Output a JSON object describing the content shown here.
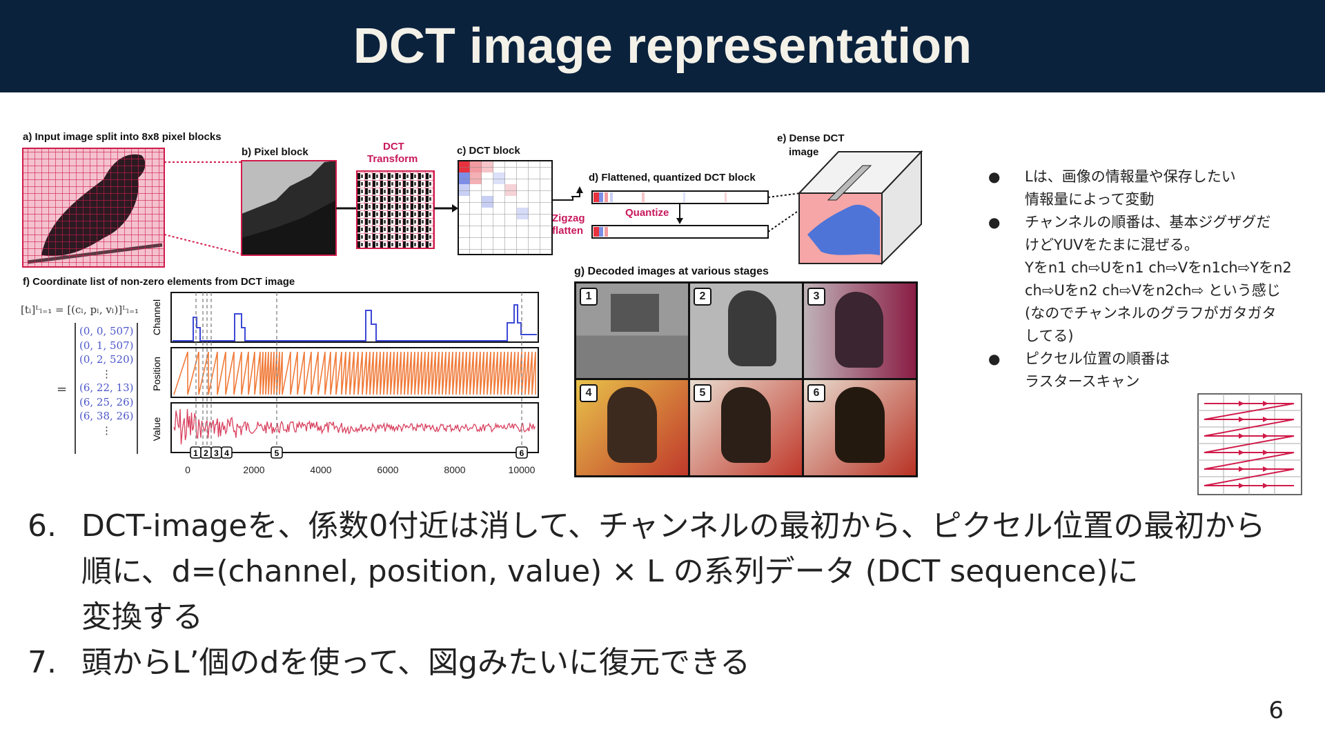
{
  "slide": {
    "title": "DCT image representation",
    "page_number": "6"
  },
  "figure": {
    "label_a": "a) Input image split into 8x8 pixel blocks",
    "label_b": "b) Pixel block",
    "label_dct_1": "DCT",
    "label_dct_2": "Transform",
    "label_c": "c) DCT block",
    "label_d": "d) Flattened, quantized DCT block",
    "label_quantize": "Quantize",
    "label_zigzag_1": "Zigzag",
    "label_zigzag_2": "flatten",
    "label_e_1": "e) Dense DCT",
    "label_e_2": "image",
    "label_f": "f) Coordinate list of non-zero elements from DCT image",
    "label_g": "g) Decoded images at various stages",
    "axis_channel": "Channel",
    "axis_position": "Position",
    "axis_value": "Value",
    "x_ticks": [
      "0",
      "2000",
      "4000",
      "6000",
      "8000",
      "10000"
    ],
    "stage_markers": [
      "1",
      "2",
      "3",
      "4",
      "5",
      "6"
    ],
    "formula_head": "[tₗ]ᴸₗ₌₁ = [(cₗ, pₗ, vₗ)]ᴸₗ₌₁",
    "formula_eq": "=",
    "formula_rows": [
      "(0, 0, 507)",
      "(0, 1, 507)",
      "(0, 2, 520)",
      "⋮",
      "(6, 22, 13)",
      "(6, 25, 26)",
      "(6, 38, 26)",
      "⋮"
    ]
  },
  "bullets": [
    {
      "lines": [
        "Lは、画像の情報量や保存したい",
        "情報量によって変動"
      ]
    },
    {
      "lines": [
        "チャンネルの順番は、基本ジグザグだ",
        "けどYUVをたまに混ぜる。",
        "Yをn1 ch⇨Uをn1 ch⇨Vをn1ch⇨Yをn2",
        "ch⇨Uをn2 ch⇨Vをn2ch⇨ という感じ",
        "(なのでチャンネルのグラフがガタガタ",
        "してる)"
      ]
    },
    {
      "lines": [
        "ピクセル位置の順番は",
        "ラスタースキャン"
      ]
    }
  ],
  "steps": [
    {
      "num": "6.",
      "lines": [
        "DCT-imageを、係数0付近は消して、チャンネルの最初から、ピクセル位置の最初から",
        "順に、d=(channel, position, value) × L の系列データ (DCT sequence)に",
        "変換する"
      ]
    },
    {
      "num": "7.",
      "lines": [
        "頭からL’個のdを使って、図gみたいに復元できる"
      ]
    }
  ],
  "colors": {
    "header_bg": "#0b223d",
    "title_text": "#f3f1e8",
    "channel_line": "#3b47d6",
    "position_line": "#f07a38",
    "value_line": "#d8405e",
    "grid_red": "#d01a4a"
  }
}
